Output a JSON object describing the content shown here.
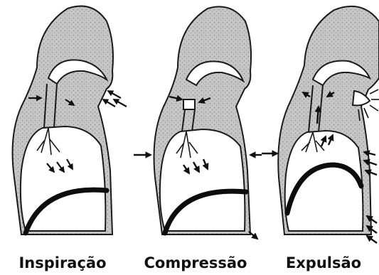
{
  "colors": {
    "outline": "#1a1a1a",
    "body_fill": "#c8c8c8",
    "lung_fill": "#ffffff",
    "diaphragm": "#0d0d0d"
  },
  "panels": [
    {
      "label": "Inspiração"
    },
    {
      "label": "Compressão"
    },
    {
      "label": "Expulsão"
    }
  ]
}
